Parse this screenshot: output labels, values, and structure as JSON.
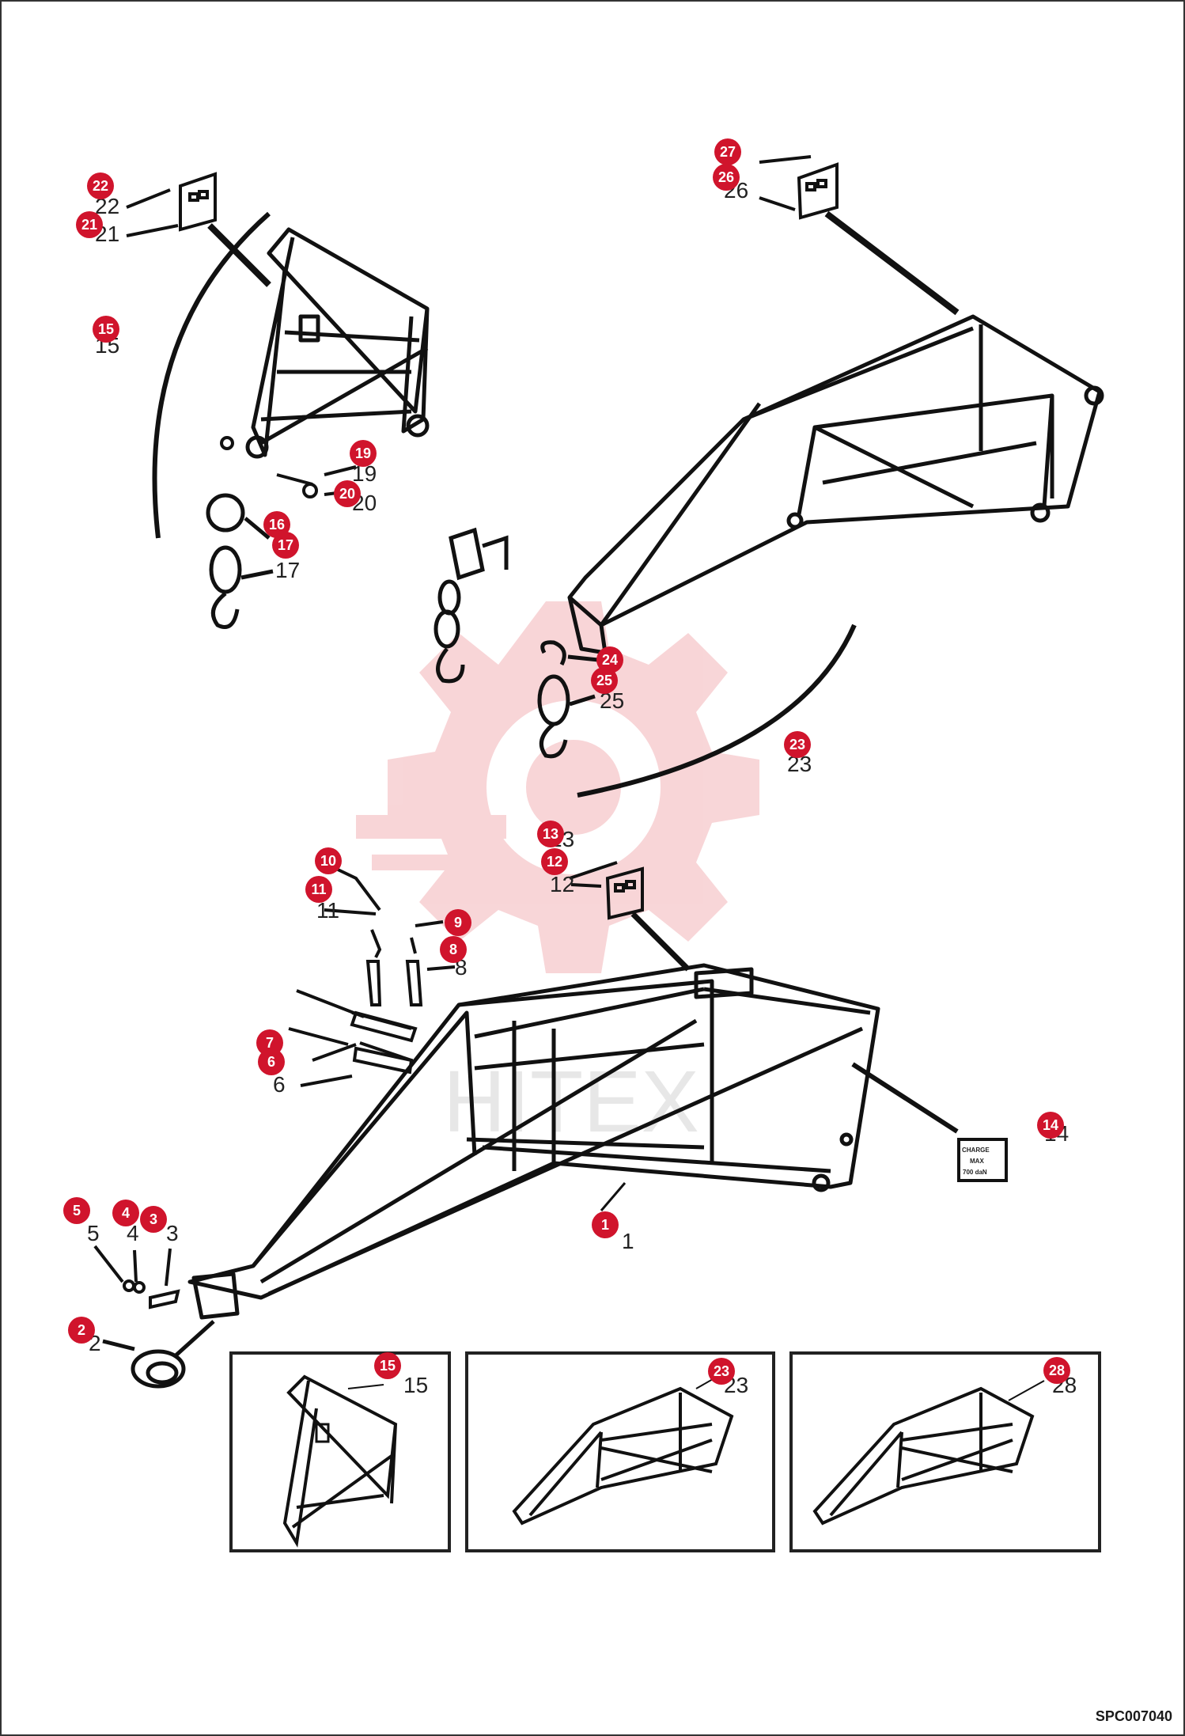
{
  "diagram": {
    "code": "SPC007040",
    "label_14": [
      "CHARGE",
      "MAX",
      "700 daN"
    ],
    "watermark": "HITEX",
    "colors": {
      "callout": "#d0142c",
      "line": "#111111",
      "watermark": "#f3c1c4"
    },
    "callouts": [
      {
        "id": "c1",
        "text": "1"
      },
      {
        "id": "c2",
        "text": "2"
      },
      {
        "id": "c3",
        "text": "3"
      },
      {
        "id": "c4",
        "text": "4"
      },
      {
        "id": "c5",
        "text": "5"
      },
      {
        "id": "c6",
        "text": "6"
      },
      {
        "id": "c7",
        "text": "7"
      },
      {
        "id": "c8",
        "text": "8"
      },
      {
        "id": "c9",
        "text": "9"
      },
      {
        "id": "c10",
        "text": "10"
      },
      {
        "id": "c11",
        "text": "11"
      },
      {
        "id": "c12",
        "text": "12"
      },
      {
        "id": "c13",
        "text": "13"
      },
      {
        "id": "c14",
        "text": "14"
      },
      {
        "id": "c15",
        "text": "15"
      },
      {
        "id": "c16",
        "text": "16"
      },
      {
        "id": "c17",
        "text": "17"
      },
      {
        "id": "c19",
        "text": "19"
      },
      {
        "id": "c20",
        "text": "20"
      },
      {
        "id": "c21",
        "text": "21"
      },
      {
        "id": "c22",
        "text": "22"
      },
      {
        "id": "c23",
        "text": "23"
      },
      {
        "id": "c24",
        "text": "24"
      },
      {
        "id": "c25",
        "text": "25"
      },
      {
        "id": "c26",
        "text": "26"
      },
      {
        "id": "c27",
        "text": "27"
      },
      {
        "id": "c15b",
        "text": "15"
      },
      {
        "id": "c23b",
        "text": "23"
      },
      {
        "id": "c28",
        "text": "28"
      }
    ],
    "plain_numbers": [
      {
        "id": "p1",
        "text": "1"
      },
      {
        "id": "p2",
        "text": "2"
      },
      {
        "id": "p3",
        "text": "3"
      },
      {
        "id": "p4",
        "text": "4"
      },
      {
        "id": "p5",
        "text": "5"
      },
      {
        "id": "p6",
        "text": "6"
      },
      {
        "id": "p8",
        "text": "8"
      },
      {
        "id": "p11",
        "text": "11"
      },
      {
        "id": "p12",
        "text": "12"
      },
      {
        "id": "p13",
        "text": "13"
      },
      {
        "id": "p14",
        "text": "14"
      },
      {
        "id": "p15",
        "text": "15"
      },
      {
        "id": "p17",
        "text": "17"
      },
      {
        "id": "p19",
        "text": "19"
      },
      {
        "id": "p20",
        "text": "20"
      },
      {
        "id": "p21",
        "text": "21"
      },
      {
        "id": "p22",
        "text": "22"
      },
      {
        "id": "p23",
        "text": "23"
      },
      {
        "id": "p25",
        "text": "25"
      },
      {
        "id": "p26",
        "text": "26"
      },
      {
        "id": "p15b",
        "text": "15"
      },
      {
        "id": "p23b",
        "text": "23"
      },
      {
        "id": "p28",
        "text": "28"
      }
    ]
  }
}
